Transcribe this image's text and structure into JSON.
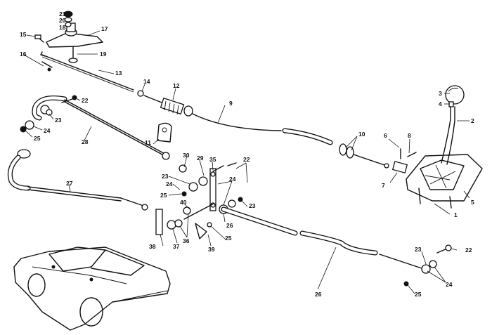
{
  "labels": {
    "p1": "1",
    "p2": "2",
    "p3": "3",
    "p4": "4",
    "p5": "5",
    "p6": "6",
    "p7": "7",
    "p8": "8",
    "p9": "9",
    "p10": "10",
    "p11": "11",
    "p12": "12",
    "p13": "13",
    "p14": "14",
    "p15": "15",
    "p16": "16",
    "p17": "17",
    "p18": "18",
    "p19": "19",
    "p20": "20",
    "p21": "21",
    "p22a": "22",
    "p22b": "22",
    "p22c": "22",
    "p23a": "23",
    "p23b": "23",
    "p23c": "23",
    "p23d": "23",
    "p24a": "24",
    "p24b": "24",
    "p24c": "24",
    "p24d": "24",
    "p25a": "25",
    "p25b": "25",
    "p25c": "25",
    "p25d": "25",
    "p26a": "26",
    "p26b": "26",
    "p27": "27",
    "p28": "28",
    "p29": "29",
    "p30": "30",
    "p35": "35",
    "p36": "36",
    "p37": "37",
    "p38": "38",
    "p39": "39",
    "p40": "40"
  }
}
